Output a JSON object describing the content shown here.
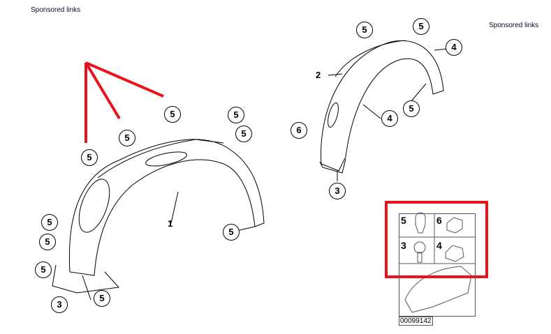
{
  "sponsored": {
    "left": "Sponsored links",
    "right": "Sponsored links"
  },
  "left_part": {
    "label": "1",
    "callouts": [
      "5",
      "5",
      "5",
      "5",
      "5",
      "5",
      "5",
      "5",
      "3",
      "5",
      "5"
    ]
  },
  "right_part": {
    "label": "2",
    "callouts": [
      "5",
      "5",
      "4",
      "5",
      "4",
      "6",
      "3"
    ]
  },
  "legend_box": {
    "cells": [
      "5",
      "6",
      "3",
      "4"
    ],
    "part_number": "00099142"
  },
  "colors": {
    "highlight": "#e8141c",
    "line": "#000000"
  }
}
